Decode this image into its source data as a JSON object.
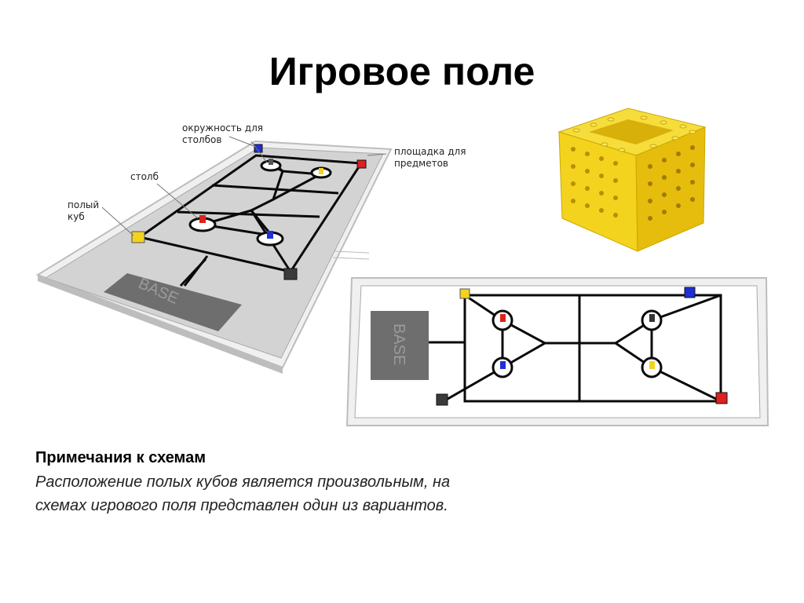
{
  "slide": {
    "title": "Игровое поле"
  },
  "diagram_labels": {
    "pillar_circle": "окружность для\nстолбов",
    "item_platform": "площадка для\nпредметов",
    "pillar": "столб",
    "hollow_cube": "полый\nкуб",
    "base_perspective": "BASE",
    "base_top": "BASE"
  },
  "notes": {
    "heading": "Примечания к схемам",
    "text": "Расположение полых кубов является произвольным, на схемах игрового поля представлен один из вариантов."
  },
  "colors": {
    "cube_yellow": "#f4d31e",
    "block_red": "#e0201c",
    "block_blue": "#1f2fd6",
    "block_dark": "#3a3a3a",
    "field_gray": "#d3d3d3",
    "base_gray": "#6e6e6e"
  }
}
